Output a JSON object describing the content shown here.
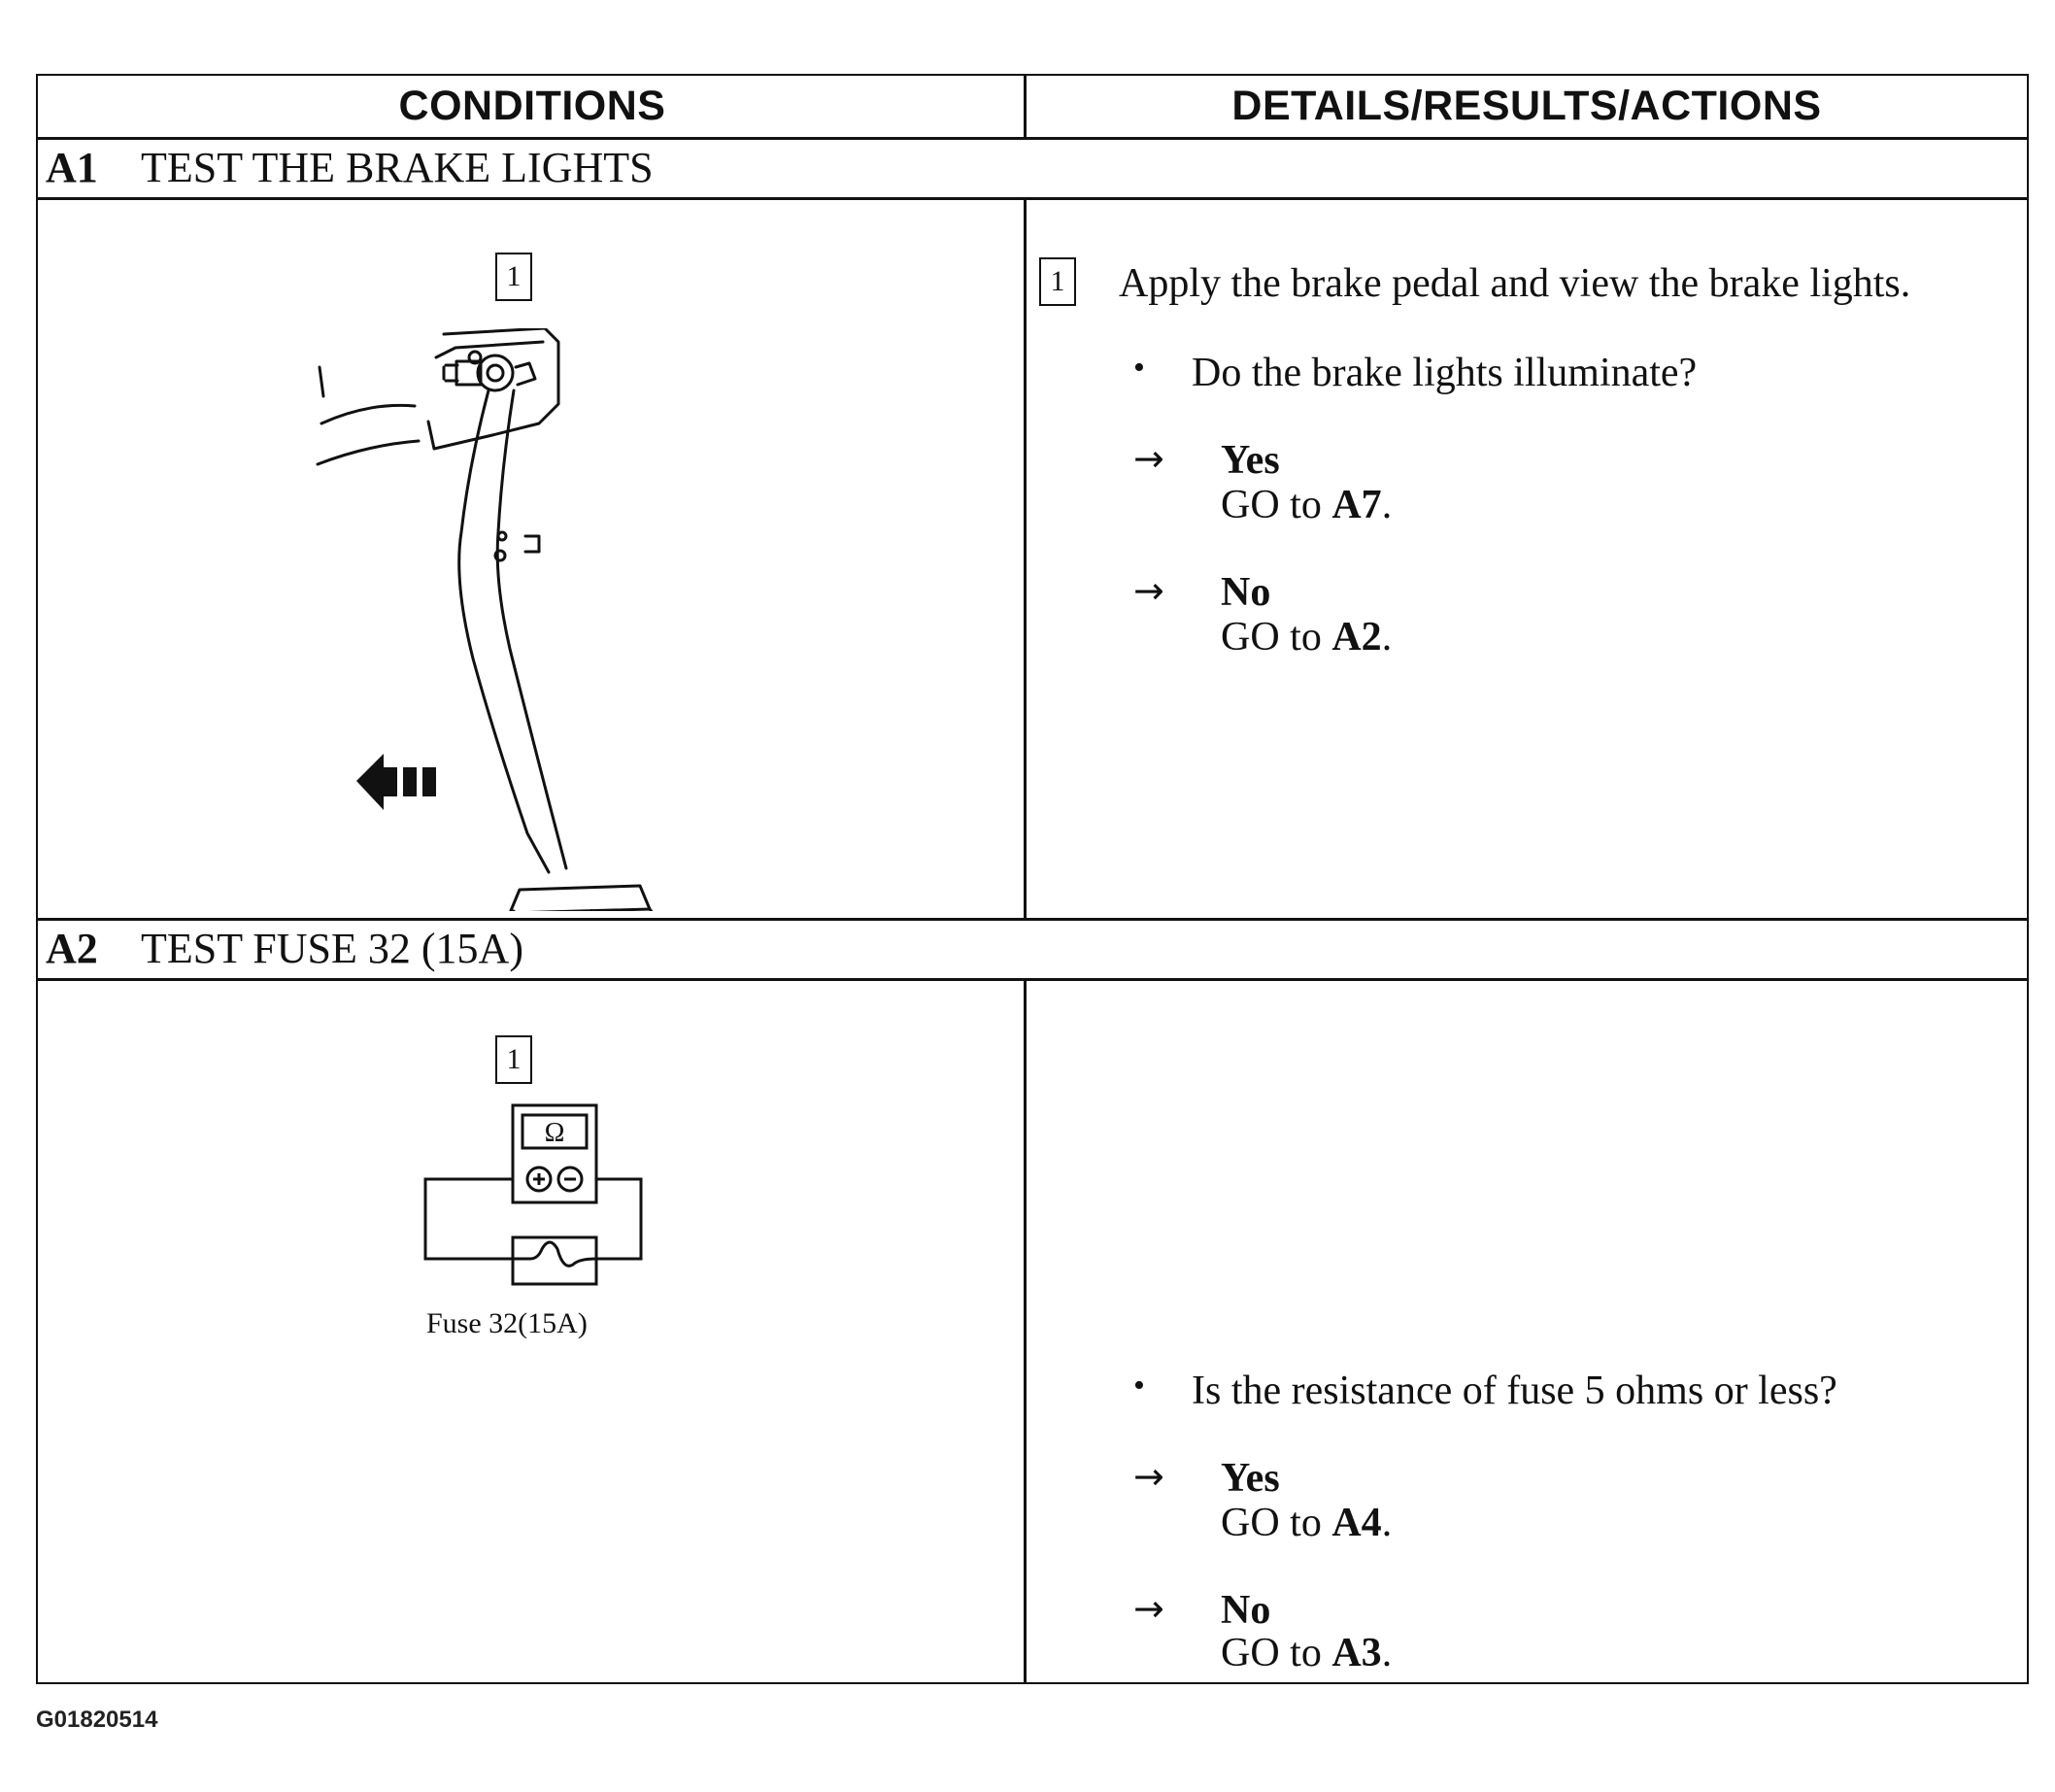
{
  "headers": {
    "conditions": "CONDITIONS",
    "details": "DETAILS/RESULTS/ACTIONS"
  },
  "steps": [
    {
      "id": "A1",
      "title": "TEST THE BRAKE LIGHTS",
      "callout": "1",
      "action_callout": "1",
      "action": "Apply the brake pedal and view the brake lights.",
      "question": "Do the brake lights illuminate?",
      "yes_label": "Yes",
      "yes_go": "GO to",
      "yes_target": "A7",
      "no_label": "No",
      "no_go": "GO to",
      "no_target": "A2"
    },
    {
      "id": "A2",
      "title": "TEST FUSE 32 (15A)",
      "callout": "1",
      "meter_symbol": "Ω",
      "caption": "Fuse 32(15A)",
      "question": "Is the resistance of fuse 5 ohms or less?",
      "yes_label": "Yes",
      "yes_go": "GO to",
      "yes_target": "A4",
      "no_label": "No",
      "no_go": "GO to",
      "no_target": "A3"
    }
  ],
  "arrow_glyph": "→",
  "bullet_glyph": "•",
  "period": ".",
  "figure_id": "G01820514"
}
